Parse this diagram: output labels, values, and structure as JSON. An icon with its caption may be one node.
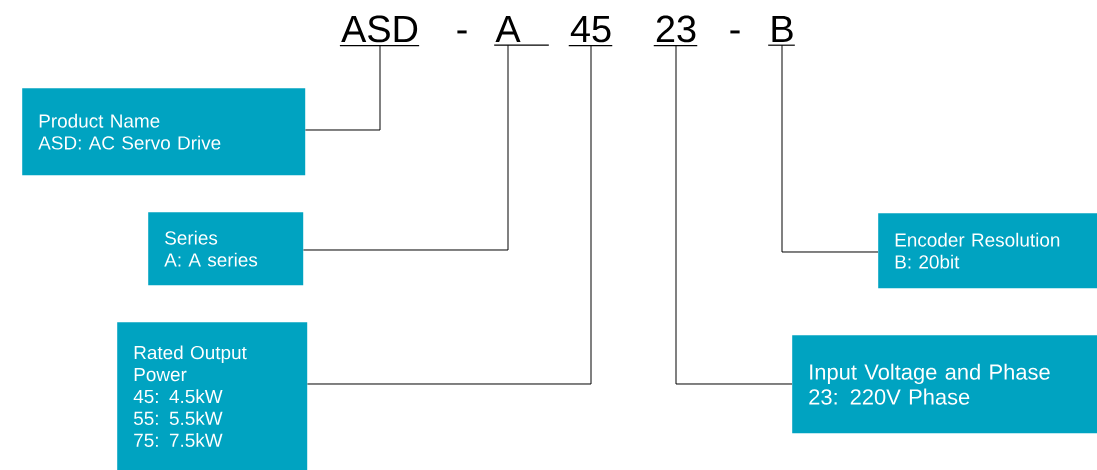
{
  "diagram": {
    "nodes": [
      {
        "text": [
          "ASD"
        ]
      },
      {
        "text": [
          "A"
        ]
      },
      {
        "text": [
          "45"
        ]
      },
      {
        "text": [
          "23"
        ]
      },
      {
        "text": [
          "B"
        ]
      },
      {
        "text": [
          "Product Name",
          "ASD: AC Servo Drive"
        ]
      },
      {
        "text": [
          "Series",
          "A: A series"
        ]
      },
      {
        "text": [
          "Rated Output Power",
          "45: 4.5kW",
          "55: 5.5kW",
          "75: 7.5kW"
        ]
      },
      {
        "text": [
          "Encoder Resolution",
          "B: 20bit"
        ]
      },
      {
        "text": [
          "Input Voltage and Phase",
          "23: 220V Phase"
        ]
      }
    ],
    "edges": [
      {
        "from": 5,
        "to": 0,
        "arrow": "none"
      },
      {
        "from": 6,
        "to": 1,
        "arrow": "none"
      },
      {
        "from": 7,
        "to": 2,
        "arrow": "none"
      },
      {
        "from": 9,
        "to": 3,
        "arrow": "none"
      },
      {
        "from": 8,
        "to": 4,
        "arrow": "none"
      }
    ],
    "labels": [
      "-",
      "-"
    ]
  }
}
